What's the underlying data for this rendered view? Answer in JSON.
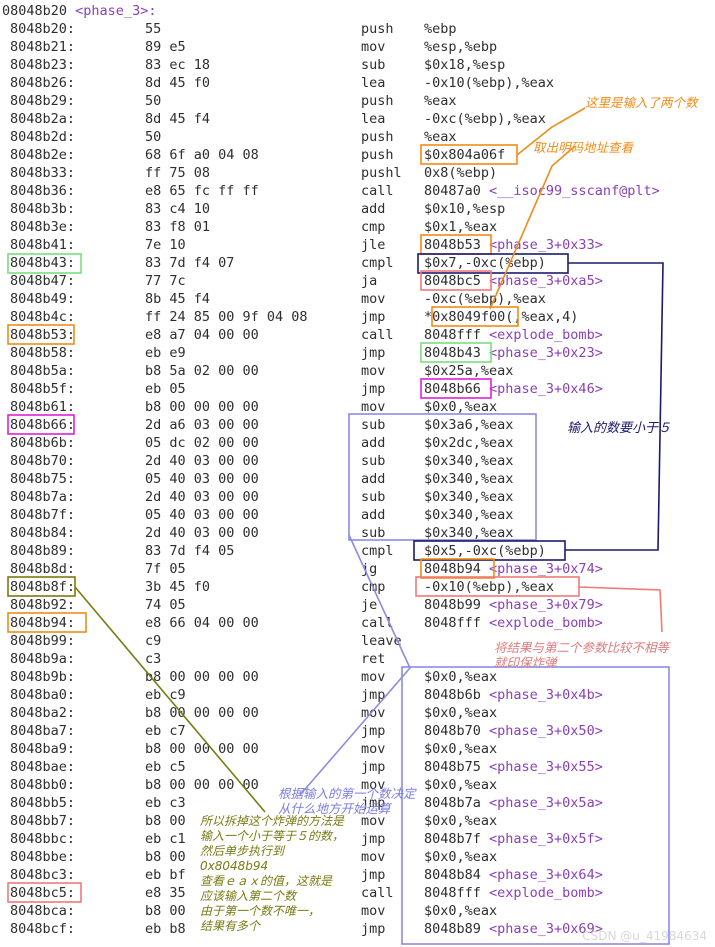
{
  "title": {
    "address": "08048b20",
    "symbol": "<phase_3>:"
  },
  "rows": [
    {
      "addr": "8048b20:",
      "bytes": "55",
      "mnemonic": "push",
      "operands": [
        {
          "t": "%ebp"
        }
      ]
    },
    {
      "addr": "8048b21:",
      "bytes": "89 e5",
      "mnemonic": "mov",
      "operands": [
        {
          "t": "%esp,%ebp"
        }
      ]
    },
    {
      "addr": "8048b23:",
      "bytes": "83 ec 18",
      "mnemonic": "sub",
      "operands": [
        {
          "t": "$0x18,%esp"
        }
      ]
    },
    {
      "addr": "8048b26:",
      "bytes": "8d 45 f0",
      "mnemonic": "lea",
      "operands": [
        {
          "t": "-0x10(%ebp),%eax"
        }
      ]
    },
    {
      "addr": "8048b29:",
      "bytes": "50",
      "mnemonic": "push",
      "operands": [
        {
          "t": "%eax"
        }
      ]
    },
    {
      "addr": "8048b2a:",
      "bytes": "8d 45 f4",
      "mnemonic": "lea",
      "operands": [
        {
          "t": "-0xc(%ebp),%eax"
        }
      ]
    },
    {
      "addr": "8048b2d:",
      "bytes": "50",
      "mnemonic": "push",
      "operands": [
        {
          "t": "%eax"
        }
      ]
    },
    {
      "addr": "8048b2e:",
      "bytes": "68 6f a0 04 08",
      "mnemonic": "push",
      "operands": [
        {
          "t": "$0x804a06f"
        }
      ]
    },
    {
      "addr": "8048b33:",
      "bytes": "ff 75 08",
      "mnemonic": "pushl",
      "operands": [
        {
          "t": "0x8(%ebp)"
        }
      ]
    },
    {
      "addr": "8048b36:",
      "bytes": "e8 65 fc ff ff",
      "mnemonic": "call",
      "operands": [
        {
          "t": "80487a0 "
        },
        {
          "t": "<__isoc99_sscanf@plt>",
          "s": 1
        }
      ]
    },
    {
      "addr": "8048b3b:",
      "bytes": "83 c4 10",
      "mnemonic": "add",
      "operands": [
        {
          "t": "$0x10,%esp"
        }
      ]
    },
    {
      "addr": "8048b3e:",
      "bytes": "83 f8 01",
      "mnemonic": "cmp",
      "operands": [
        {
          "t": "$0x1,%eax"
        }
      ]
    },
    {
      "addr": "8048b41:",
      "bytes": "7e 10",
      "mnemonic": "jle",
      "operands": [
        {
          "t": "8048b53 "
        },
        {
          "t": "<phase_3+0x33>",
          "s": 1
        }
      ]
    },
    {
      "addr": "8048b43:",
      "bytes": "83 7d f4 07",
      "mnemonic": "cmpl",
      "operands": [
        {
          "t": "$0x7,-0xc(%ebp)"
        }
      ]
    },
    {
      "addr": "8048b47:",
      "bytes": "77 7c",
      "mnemonic": "ja",
      "operands": [
        {
          "t": "8048bc5 "
        },
        {
          "t": "<phase_3+0xa5>",
          "s": 1
        }
      ]
    },
    {
      "addr": "8048b49:",
      "bytes": "8b 45 f4",
      "mnemonic": "mov",
      "operands": [
        {
          "t": "-0xc(%ebp),%eax"
        }
      ]
    },
    {
      "addr": "8048b4c:",
      "bytes": "ff 24 85 00 9f 04 08",
      "mnemonic": "jmp",
      "operands": [
        {
          "t": "*0x8049f00(,%eax,4)"
        }
      ]
    },
    {
      "addr": "8048b53:",
      "bytes": "e8 a7 04 00 00",
      "mnemonic": "call",
      "operands": [
        {
          "t": "8048fff "
        },
        {
          "t": "<explode_bomb>",
          "s": 1
        }
      ]
    },
    {
      "addr": "8048b58:",
      "bytes": "eb e9",
      "mnemonic": "jmp",
      "operands": [
        {
          "t": "8048b43 "
        },
        {
          "t": "<phase_3+0x23>",
          "s": 1
        }
      ]
    },
    {
      "addr": "8048b5a:",
      "bytes": "b8 5a 02 00 00",
      "mnemonic": "mov",
      "operands": [
        {
          "t": "$0x25a,%eax"
        }
      ]
    },
    {
      "addr": "8048b5f:",
      "bytes": "eb 05",
      "mnemonic": "jmp",
      "operands": [
        {
          "t": "8048b66 "
        },
        {
          "t": "<phase_3+0x46>",
          "s": 1
        }
      ]
    },
    {
      "addr": "8048b61:",
      "bytes": "b8 00 00 00 00",
      "mnemonic": "mov",
      "operands": [
        {
          "t": "$0x0,%eax"
        }
      ]
    },
    {
      "addr": "8048b66:",
      "bytes": "2d a6 03 00 00",
      "mnemonic": "sub",
      "operands": [
        {
          "t": "$0x3a6,%eax"
        }
      ]
    },
    {
      "addr": "8048b6b:",
      "bytes": "05 dc 02 00 00",
      "mnemonic": "add",
      "operands": [
        {
          "t": "$0x2dc,%eax"
        }
      ]
    },
    {
      "addr": "8048b70:",
      "bytes": "2d 40 03 00 00",
      "mnemonic": "sub",
      "operands": [
        {
          "t": "$0x340,%eax"
        }
      ]
    },
    {
      "addr": "8048b75:",
      "bytes": "05 40 03 00 00",
      "mnemonic": "add",
      "operands": [
        {
          "t": "$0x340,%eax"
        }
      ]
    },
    {
      "addr": "8048b7a:",
      "bytes": "2d 40 03 00 00",
      "mnemonic": "sub",
      "operands": [
        {
          "t": "$0x340,%eax"
        }
      ]
    },
    {
      "addr": "8048b7f:",
      "bytes": "05 40 03 00 00",
      "mnemonic": "add",
      "operands": [
        {
          "t": "$0x340,%eax"
        }
      ]
    },
    {
      "addr": "8048b84:",
      "bytes": "2d 40 03 00 00",
      "mnemonic": "sub",
      "operands": [
        {
          "t": "$0x340,%eax"
        }
      ]
    },
    {
      "addr": "8048b89:",
      "bytes": "83 7d f4 05",
      "mnemonic": "cmpl",
      "operands": [
        {
          "t": "$0x5,-0xc(%ebp)"
        }
      ]
    },
    {
      "addr": "8048b8d:",
      "bytes": "7f 05",
      "mnemonic": "jg",
      "operands": [
        {
          "t": "8048b94 "
        },
        {
          "t": "<phase_3+0x74>",
          "s": 1
        }
      ]
    },
    {
      "addr": "8048b8f:",
      "bytes": "3b 45 f0",
      "mnemonic": "cmp",
      "operands": [
        {
          "t": "-0x10(%ebp),%eax"
        }
      ]
    },
    {
      "addr": "8048b92:",
      "bytes": "74 05",
      "mnemonic": "je",
      "operands": [
        {
          "t": "8048b99 "
        },
        {
          "t": "<phase_3+0x79>",
          "s": 1
        }
      ]
    },
    {
      "addr": "8048b94:",
      "bytes": "e8 66 04 00 00",
      "mnemonic": "call",
      "operands": [
        {
          "t": "8048fff "
        },
        {
          "t": "<explode_bomb>",
          "s": 1
        }
      ]
    },
    {
      "addr": "8048b99:",
      "bytes": "c9",
      "mnemonic": "leave",
      "operands": []
    },
    {
      "addr": "8048b9a:",
      "bytes": "c3",
      "mnemonic": "ret",
      "operands": []
    },
    {
      "addr": "8048b9b:",
      "bytes": "b8 00 00 00 00",
      "mnemonic": "mov",
      "operands": [
        {
          "t": "$0x0,%eax"
        }
      ]
    },
    {
      "addr": "8048ba0:",
      "bytes": "eb c9",
      "mnemonic": "jmp",
      "operands": [
        {
          "t": "8048b6b "
        },
        {
          "t": "<phase_3+0x4b>",
          "s": 1
        }
      ]
    },
    {
      "addr": "8048ba2:",
      "bytes": "b8 00 00 00 00",
      "mnemonic": "mov",
      "operands": [
        {
          "t": "$0x0,%eax"
        }
      ]
    },
    {
      "addr": "8048ba7:",
      "bytes": "eb c7",
      "mnemonic": "jmp",
      "operands": [
        {
          "t": "8048b70 "
        },
        {
          "t": "<phase_3+0x50>",
          "s": 1
        }
      ]
    },
    {
      "addr": "8048ba9:",
      "bytes": "b8 00 00 00 00",
      "mnemonic": "mov",
      "operands": [
        {
          "t": "$0x0,%eax"
        }
      ]
    },
    {
      "addr": "8048bae:",
      "bytes": "eb c5",
      "mnemonic": "jmp",
      "operands": [
        {
          "t": "8048b75 "
        },
        {
          "t": "<phase_3+0x55>",
          "s": 1
        }
      ]
    },
    {
      "addr": "8048bb0:",
      "bytes": "b8 00 00 00 00",
      "mnemonic": "mov",
      "operands": [
        {
          "t": "$0x0,%eax"
        }
      ]
    },
    {
      "addr": "8048bb5:",
      "bytes": "eb c3",
      "mnemonic": "jmp",
      "operands": [
        {
          "t": "8048b7a "
        },
        {
          "t": "<phase_3+0x5a>",
          "s": 1
        }
      ]
    },
    {
      "addr": "8048bb7:",
      "bytes": "b8 00",
      "mnemonic": "mov",
      "operands": [
        {
          "t": "$0x0,%eax"
        }
      ]
    },
    {
      "addr": "8048bbc:",
      "bytes": "eb c1",
      "mnemonic": "jmp",
      "operands": [
        {
          "t": "8048b7f "
        },
        {
          "t": "<phase_3+0x5f>",
          "s": 1
        }
      ]
    },
    {
      "addr": "8048bbe:",
      "bytes": "b8 00",
      "mnemonic": "mov",
      "operands": [
        {
          "t": "$0x0,%eax"
        }
      ]
    },
    {
      "addr": "8048bc3:",
      "bytes": "eb bf",
      "mnemonic": "jmp",
      "operands": [
        {
          "t": "8048b84 "
        },
        {
          "t": "<phase_3+0x64>",
          "s": 1
        }
      ]
    },
    {
      "addr": "8048bc5:",
      "bytes": "e8 35",
      "mnemonic": "call",
      "operands": [
        {
          "t": "8048fff "
        },
        {
          "t": "<explode_bomb>",
          "s": 1
        }
      ]
    },
    {
      "addr": "8048bca:",
      "bytes": "b8 00",
      "mnemonic": "mov",
      "operands": [
        {
          "t": "$0x0,%eax"
        }
      ]
    },
    {
      "addr": "8048bcf:",
      "bytes": "eb b8",
      "mnemonic": "jmp",
      "operands": [
        {
          "t": "8048b89 "
        },
        {
          "t": "<phase_3+0x69>",
          "s": 1
        }
      ]
    }
  ],
  "annotations": {
    "two_inputs": "这里是输入了两个数",
    "check_address": "取出明码地址查看",
    "less_than_five": "输入的数要小于５",
    "compare_second": "将结果与第二个参数比较不相等\n就印保炸弹",
    "first_number_decides": "根据输入的第一个数决定\n从什么地方开始运算",
    "method": "所以拆掉这个炸弹的方法是\n输入一个小于等于５的数，\n然后单步执行到\n0x8048b94\n查看ｅａｘ的值，这就是\n应该输入第二个数\n由于第一个数不唯一，\n结果有多个"
  },
  "watermark": "CSDN @u_41984634",
  "colors": {
    "orange": "#f08c19",
    "navy": "#1a1a6e",
    "green": "#7ddc7d",
    "magenta": "#e020d8",
    "pink": "#f07a7a",
    "lavender": "#8c8ce0",
    "olive": "#7a7a14",
    "symbol": "#8b3fb8"
  }
}
